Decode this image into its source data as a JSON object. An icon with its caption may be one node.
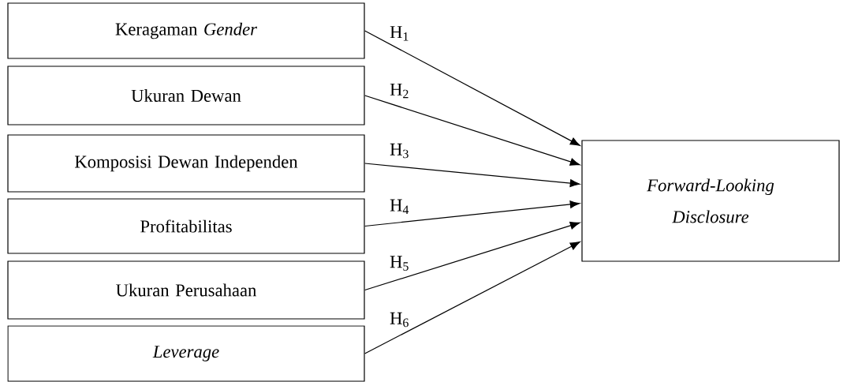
{
  "diagram": {
    "nodes": [
      {
        "text": [
          "Keragaman *Gender*"
        ]
      },
      {
        "text": [
          "Ukuran Dewan"
        ]
      },
      {
        "text": [
          "Komposisi Dewan Independen"
        ]
      },
      {
        "text": [
          "Profitabilitas"
        ]
      },
      {
        "text": [
          "Ukuran Perusahaan"
        ]
      },
      {
        "text": [
          "Leverage"
        ]
      },
      {
        "text": [
          "Forward-Looking Disclosure"
        ]
      }
    ],
    "edges": [
      {
        "from": 0,
        "to": 6,
        "arrow": "to",
        "label": "H$_{1}$"
      },
      {
        "from": 1,
        "to": 6,
        "arrow": "to",
        "label": "H$_{2}$"
      },
      {
        "from": 2,
        "to": 6,
        "arrow": "to",
        "label": "H$_{3}$"
      },
      {
        "from": 3,
        "to": 6,
        "arrow": "to",
        "label": "H$_{4}$"
      },
      {
        "from": 4,
        "to": 6,
        "arrow": "to",
        "label": "H$_{5}$"
      },
      {
        "from": 5,
        "to": 6,
        "arrow": "to",
        "label": "H$_{6}$"
      }
    ]
  }
}
